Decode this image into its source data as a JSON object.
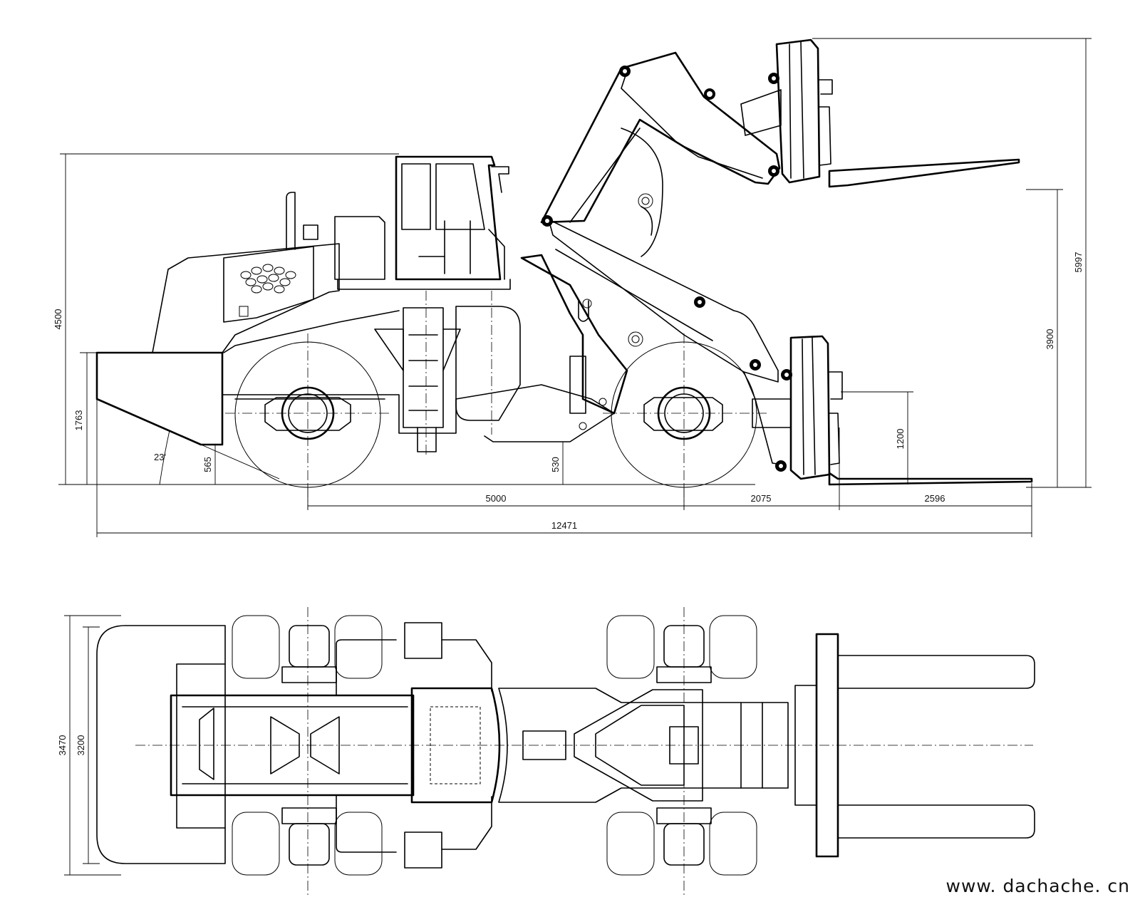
{
  "side_view": {
    "dimensions": {
      "overall_height": "4500",
      "fork_max_height": "5997",
      "lift_height": "3900",
      "counterweight_height": "1763",
      "fork_carriage_height": "1200",
      "ground_clearance_rear": "565",
      "ground_clearance_mid": "530",
      "departure_angle": "23'",
      "wheelbase": "5000",
      "front_overhang": "2075",
      "fork_length": "2596",
      "overall_length": "12471"
    }
  },
  "top_view": {
    "dimensions": {
      "overall_width": "3470",
      "track_width": "3200"
    }
  },
  "watermark": "www. dachache. cn",
  "colors": {
    "line": "#000000",
    "background": "#ffffff"
  }
}
